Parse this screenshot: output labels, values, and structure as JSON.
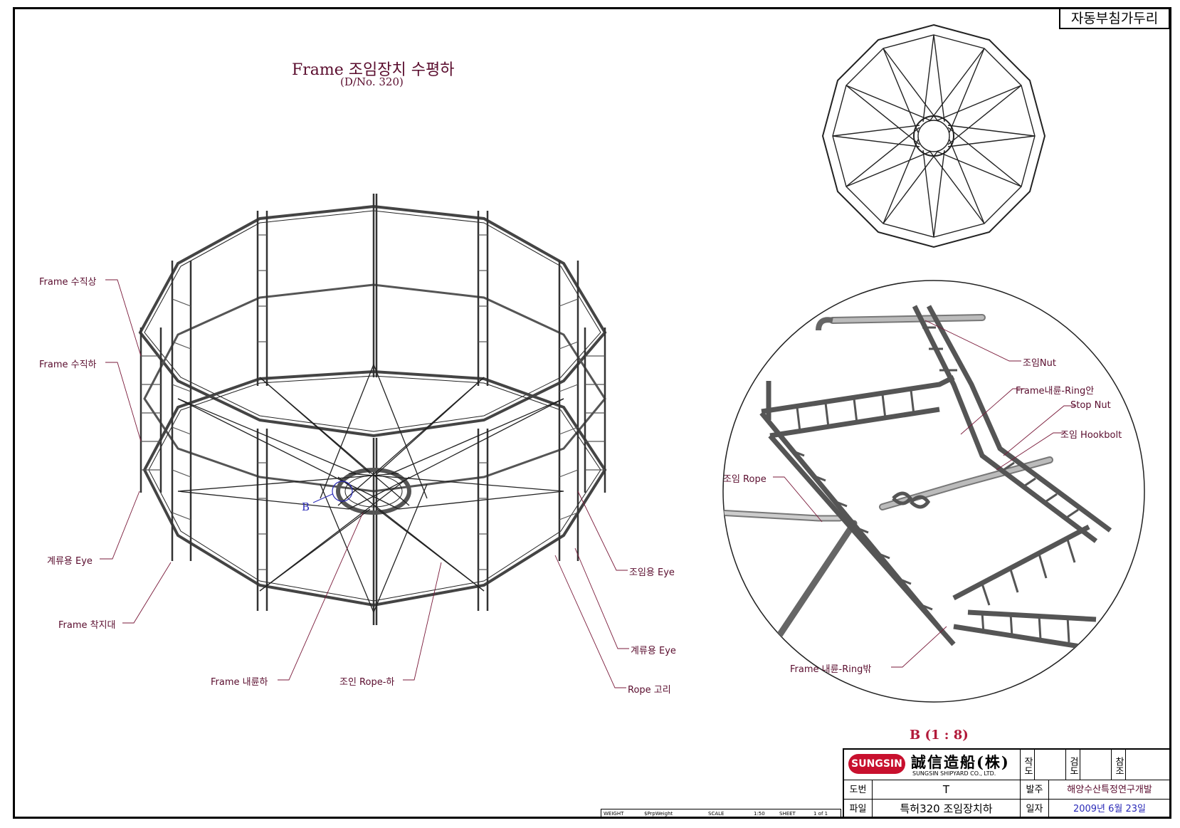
{
  "corner_tag": "자동부침가두리",
  "title": "Frame 조임장치 수평하",
  "subtitle": "(D/No. 320)",
  "labels": {
    "frame_vertical_upper": "Frame 수직상",
    "frame_vertical_lower": "Frame 수직하",
    "mooring_eye_left": "계류용 Eye",
    "frame_landing": "Frame 착지대",
    "frame_inner_ring_lower": "Frame 내륜하",
    "tension_rope_lower": "조인 Rope-하",
    "tension_eye": "조임용 Eye",
    "mooring_eye_right": "계류용 Eye",
    "rope_ring": "Rope 고리",
    "callout_b": "B"
  },
  "detail_labels": {
    "tension_nut": "조임Nut",
    "frame_inner_ring_in": "Frame내륜-Ring안",
    "stop_nut": "Stop Nut",
    "tension_hookbolt": "조임 Hookbolt",
    "tension_rope": "조임 Rope",
    "frame_inner_ring_out": "Frame 내륜-Ring밖"
  },
  "detail_caption": "B (1 : 8)",
  "title_block": {
    "logo": "SUNGSIN",
    "company": "誠信造船(株)",
    "company_en": "SUNGSIN SHIPYARD CO., LTD.",
    "drawn": "작도",
    "checked": "검도",
    "reference": "참조",
    "drawing_no_label": "도번",
    "drawing_no_value": "T",
    "client_label": "발주",
    "client_value": "해양수산특정연구개발",
    "file_label": "파일",
    "file_value": "특허320 조임장치하",
    "date_label": "일자",
    "date_value": "2009년 6월 23일"
  },
  "strip": {
    "weight_label": "WEIGHT",
    "weight_value": "$PrpWeight",
    "scale_label": "SCALE",
    "scale_value": "1:50",
    "sheet_label": "SHEET",
    "sheet_value": "1 of 1"
  }
}
